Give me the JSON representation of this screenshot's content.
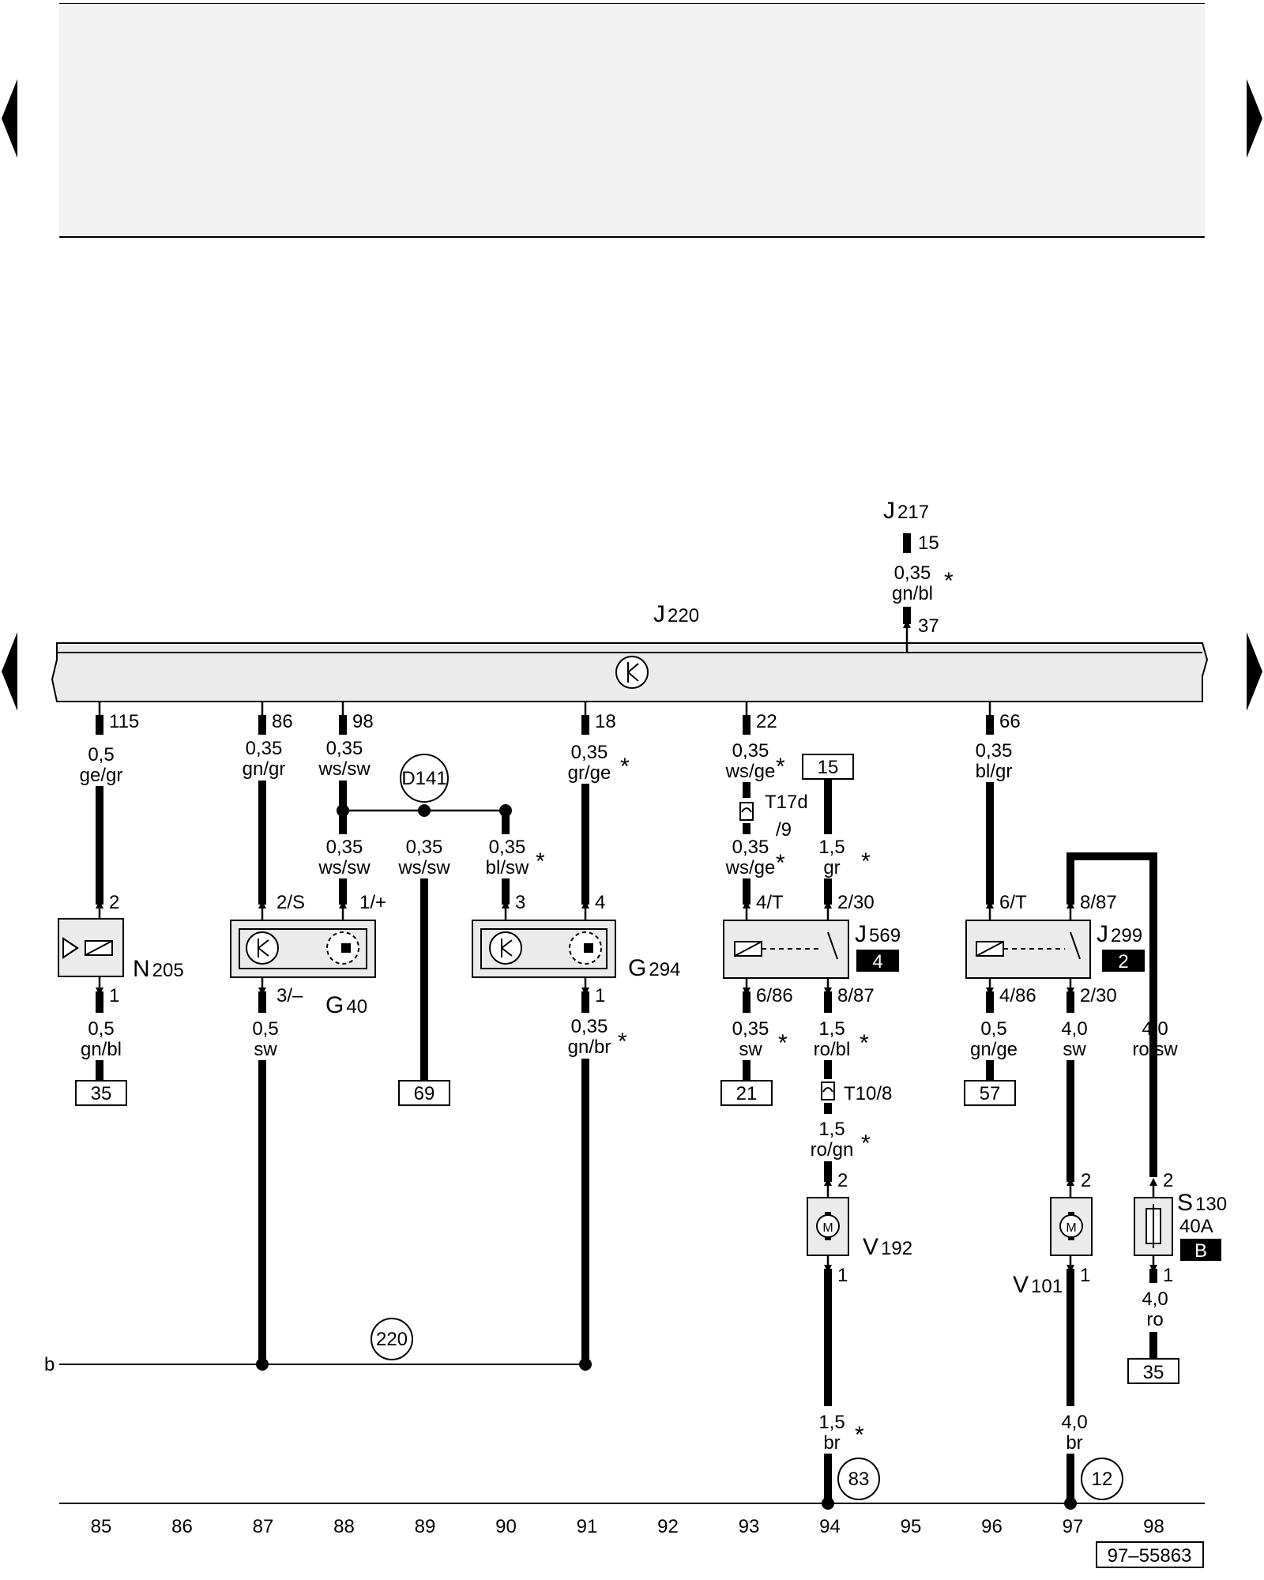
{
  "components": {
    "j217": {
      "letter": "J",
      "num": "217",
      "pin": "15"
    },
    "j220": {
      "letter": "J",
      "num": "220"
    },
    "n205": {
      "letter": "N",
      "num": "205"
    },
    "g40": {
      "letter": "G",
      "num": "40"
    },
    "g294": {
      "letter": "G",
      "num": "294"
    },
    "j569": {
      "letter": "J",
      "num": "569",
      "badge": "4"
    },
    "j299": {
      "letter": "J",
      "num": "299",
      "badge": "2"
    },
    "v192": {
      "letter": "V",
      "num": "192"
    },
    "v101": {
      "letter": "V",
      "num": "101"
    },
    "s130": {
      "letter": "S",
      "num": "130",
      "rating": "40A",
      "badge": "B"
    },
    "d141": "D141",
    "t17d": {
      "name": "T17d",
      "pin": "/9"
    },
    "t10": {
      "name": "T10/8"
    }
  },
  "pins": {
    "p115": "115",
    "p86": "86",
    "p98": "98",
    "p18": "18",
    "p22": "22",
    "p66": "66",
    "p37": "37",
    "n205_top": "2",
    "n205_bot": "1",
    "g40_top1": "2/S",
    "g40_top2": "1/+",
    "g40_bot": "3/–",
    "g294_top1": "3",
    "g294_top2": "4",
    "g294_bot": "1",
    "j569_top1": "4/T",
    "j569_top2": "2/30",
    "j569_bot1": "6/86",
    "j569_bot2": "8/87",
    "j299_top1": "6/T",
    "j299_top2": "8/87",
    "j299_bot1": "4/86",
    "j299_bot2": "2/30",
    "v192_top": "2",
    "v192_bot": "1",
    "v101_top": "2",
    "v101_bot": "1",
    "s130_top": "2",
    "s130_bot": "1"
  },
  "wires": {
    "w_j217": {
      "size": "0,35",
      "color": "gn/bl",
      "star": "*"
    },
    "w115": {
      "size": "0,5",
      "color": "ge/gr"
    },
    "w86": {
      "size": "0,35",
      "color": "gn/gr"
    },
    "w98": {
      "size": "0,35",
      "color": "ws/sw"
    },
    "w18": {
      "size": "0,35",
      "color": "gr/ge",
      "star": "*"
    },
    "w22": {
      "size": "0,35",
      "color": "ws/ge",
      "star": "*"
    },
    "w66": {
      "size": "0,35",
      "color": "bl/gr"
    },
    "w_g40a": {
      "size": "0,35",
      "color": "ws/sw"
    },
    "w_d141": {
      "size": "0,35",
      "color": "ws/sw"
    },
    "w_g294a": {
      "size": "0,35",
      "color": "bl/sw",
      "star": "*"
    },
    "w_j569a": {
      "size": "0,35",
      "color": "ws/ge",
      "star": "*"
    },
    "w_j569b": {
      "size": "1,5",
      "color": "gr",
      "star": "*"
    },
    "w_n205b": {
      "size": "0,5",
      "color": "gn/bl"
    },
    "w_g40b": {
      "size": "0,5",
      "color": "sw"
    },
    "w_g294b": {
      "size": "0,35",
      "color": "gn/br",
      "star": "*"
    },
    "w_j569c": {
      "size": "0,35",
      "color": "sw",
      "star": "*"
    },
    "w_j569d": {
      "size": "1,5",
      "color": "ro/bl",
      "star": "*"
    },
    "w_t10": {
      "size": "1,5",
      "color": "ro/gn",
      "star": "*"
    },
    "w_j299c": {
      "size": "0,5",
      "color": "gn/ge"
    },
    "w_j299d": {
      "size": "4,0",
      "color": "sw"
    },
    "w_s130a": {
      "size": "4,0",
      "color": "ro/sw"
    },
    "w_s130b": {
      "size": "4,0",
      "color": "ro"
    },
    "w_v192": {
      "size": "1,5",
      "color": "br",
      "star": "*"
    },
    "w_v101": {
      "size": "4,0",
      "color": "br"
    }
  },
  "refs": {
    "r35a": "35",
    "r69": "69",
    "r21": "21",
    "r57": "57",
    "r35b": "35",
    "r15": "15"
  },
  "circles": {
    "c220": "220",
    "c83": "83",
    "c12": "12"
  },
  "bus_label": "b",
  "track_numbers": [
    "85",
    "86",
    "87",
    "88",
    "89",
    "90",
    "91",
    "92",
    "93",
    "94",
    "95",
    "96",
    "97",
    "98"
  ],
  "diagram_id": "97–55863"
}
